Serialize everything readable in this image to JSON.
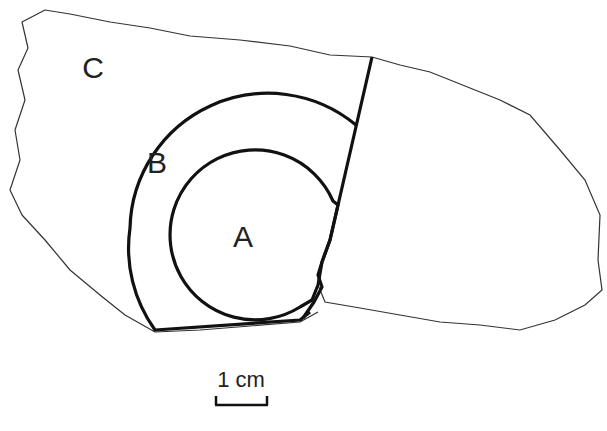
{
  "diagram": {
    "nodes": [
      {
        "text": [
          "C"
        ]
      },
      {
        "text": [
          "B"
        ],
        "in": 0
      },
      {
        "text": [
          "A"
        ],
        "in": 1
      }
    ],
    "labels": [
      "1 cm"
    ]
  }
}
